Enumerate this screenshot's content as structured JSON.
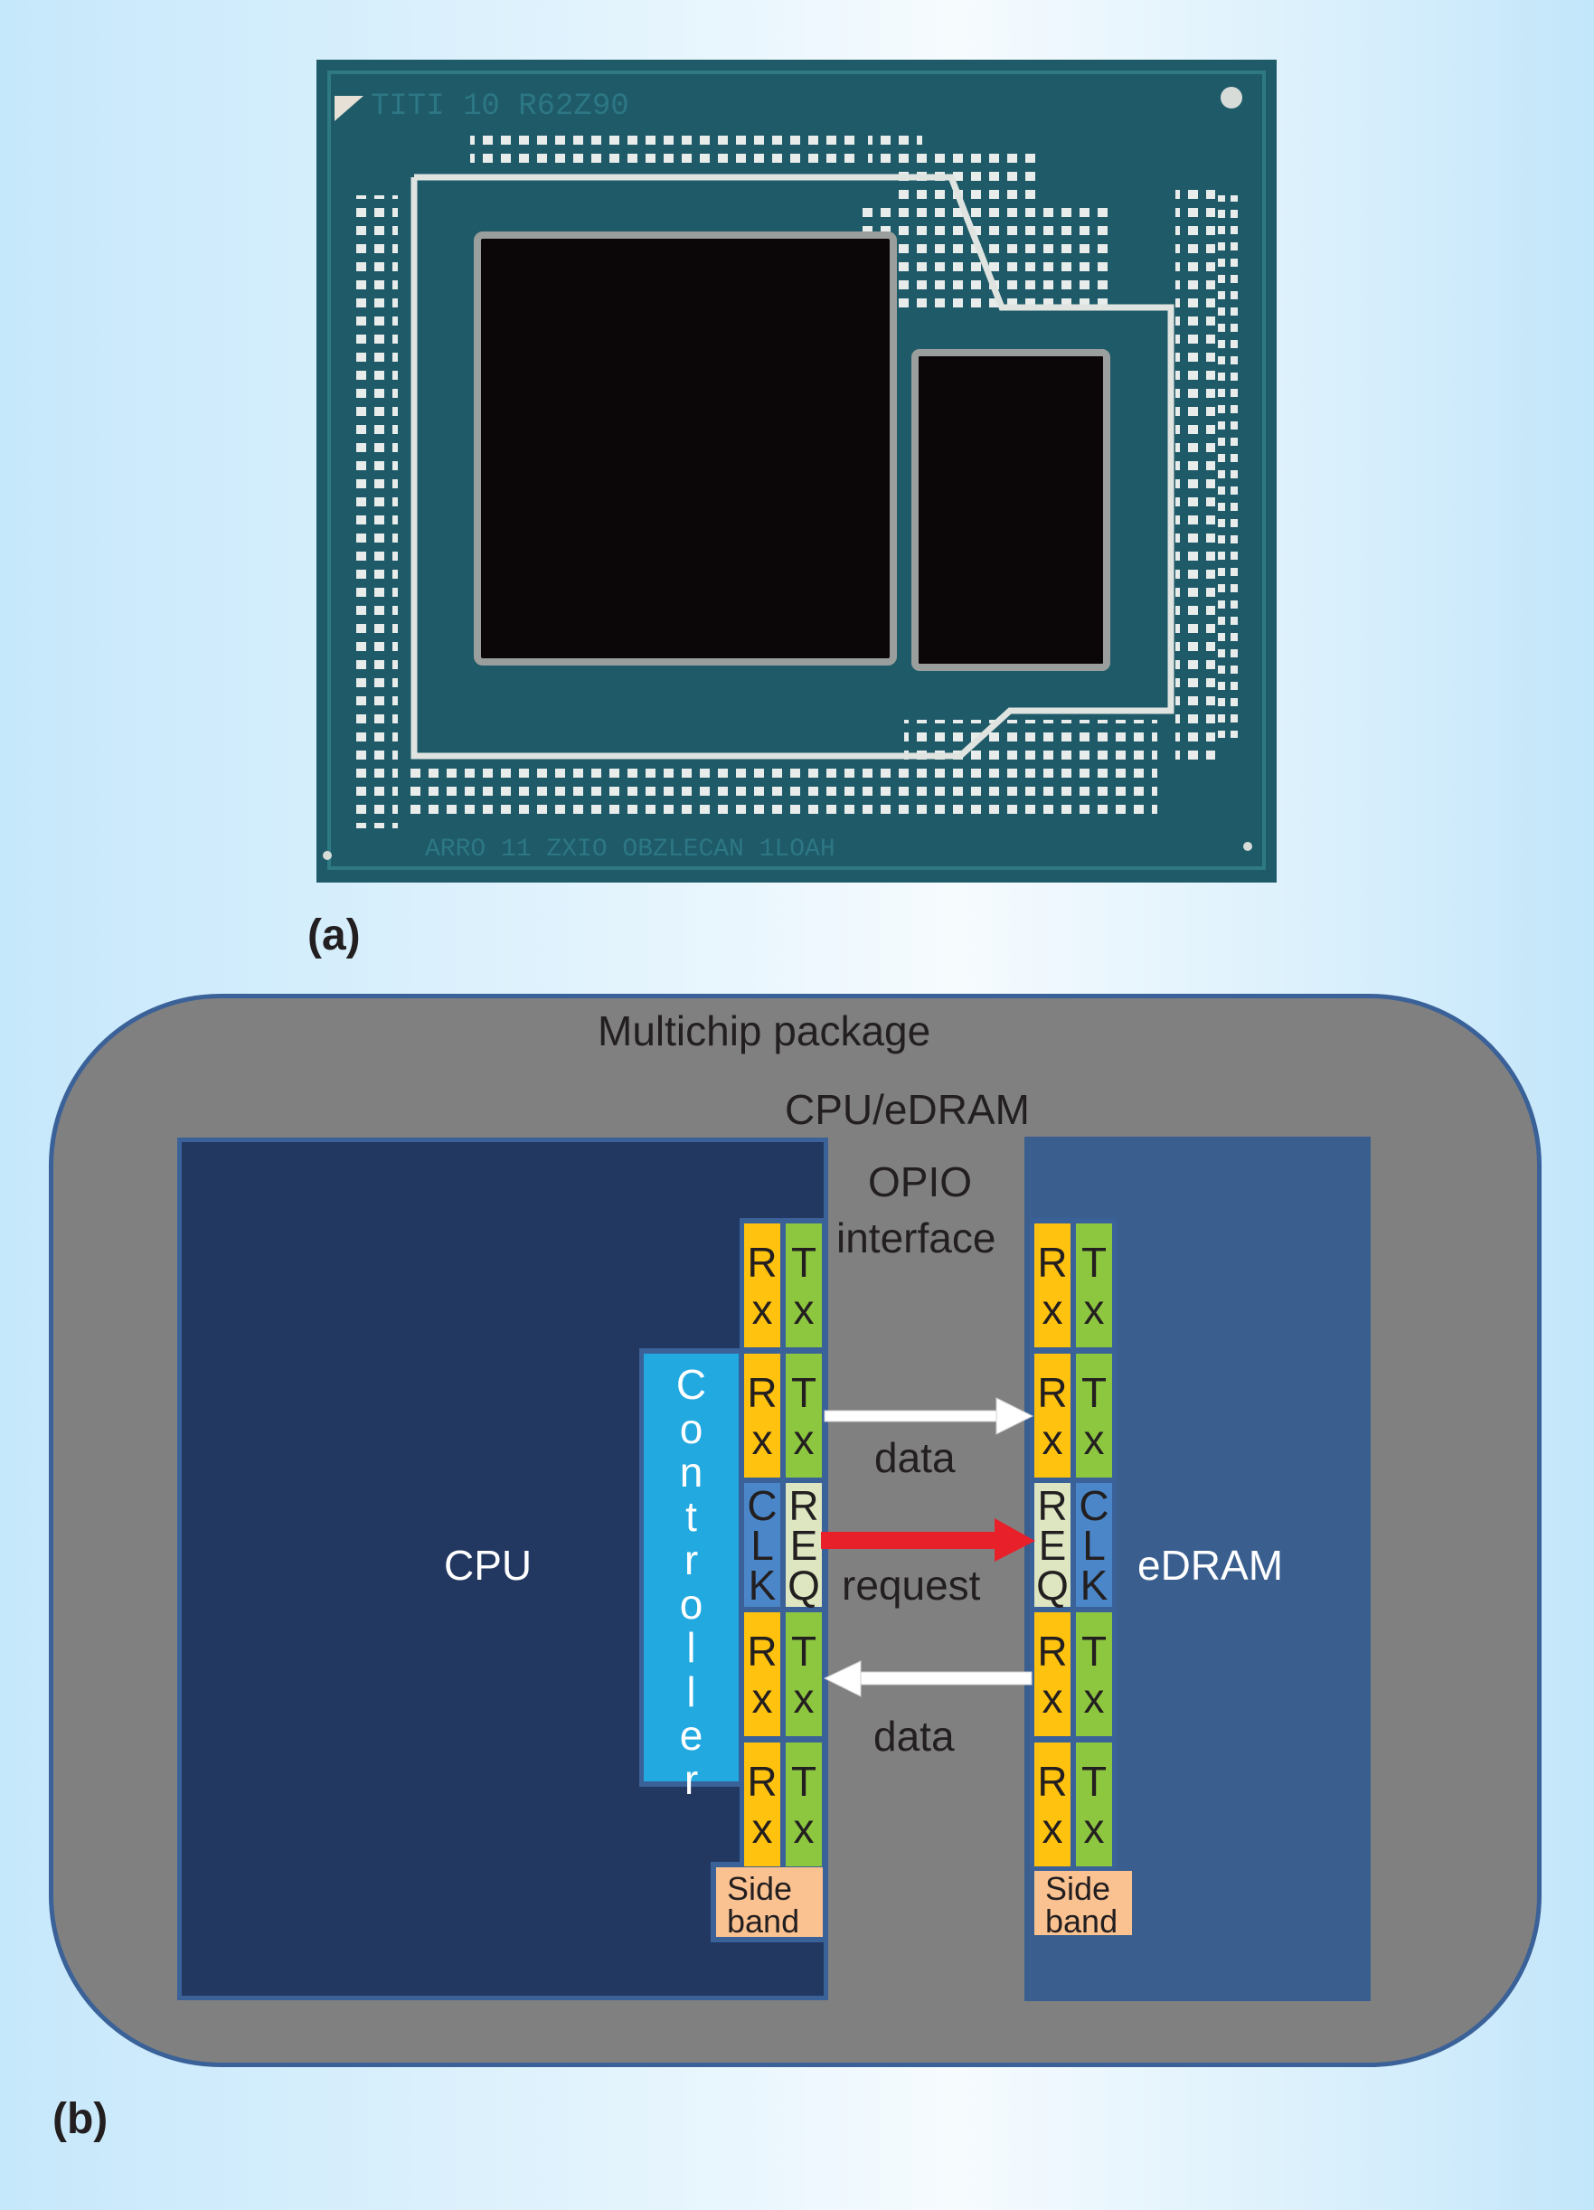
{
  "panel_a": {
    "label": "(a)",
    "photo": {
      "subject": "Multichip package photo: large CPU die and small eDRAM die on teal substrate",
      "substrate_color": "#1f5a68",
      "die_color": "#0a0608",
      "marking_top": "TITI 10 R62Z90",
      "marking_bottom": "ARRO 11 ZXIO OBZLECAN 1LOAH"
    }
  },
  "panel_b": {
    "label": "(b)",
    "package_title": "Multichip package",
    "interface_title_line1": "CPU/eDRAM",
    "interface_title_line2": "OPIO",
    "interface_title_line3": "interface",
    "cpu_label": "CPU",
    "edram_label": "eDRAM",
    "controller_letters": [
      "C",
      "o",
      "n",
      "t",
      "r",
      "o",
      "l",
      "l",
      "e",
      "r"
    ],
    "cpu_side_cells": [
      {
        "left": {
          "type": "rx",
          "letters": [
            "R",
            "x"
          ]
        },
        "right": {
          "type": "tx",
          "letters": [
            "T",
            "x"
          ]
        }
      },
      {
        "left": {
          "type": "rx",
          "letters": [
            "R",
            "x"
          ]
        },
        "right": {
          "type": "tx",
          "letters": [
            "T",
            "x"
          ]
        }
      },
      {
        "left": {
          "type": "clk",
          "letters": [
            "C",
            "L",
            "K"
          ]
        },
        "right": {
          "type": "req",
          "letters": [
            "R",
            "E",
            "Q"
          ]
        }
      },
      {
        "left": {
          "type": "rx",
          "letters": [
            "R",
            "x"
          ]
        },
        "right": {
          "type": "tx",
          "letters": [
            "T",
            "x"
          ]
        }
      },
      {
        "left": {
          "type": "rx",
          "letters": [
            "R",
            "x"
          ]
        },
        "right": {
          "type": "tx",
          "letters": [
            "T",
            "x"
          ]
        }
      }
    ],
    "edram_side_cells": [
      {
        "left": {
          "type": "rx",
          "letters": [
            "R",
            "x"
          ]
        },
        "right": {
          "type": "tx",
          "letters": [
            "T",
            "x"
          ]
        }
      },
      {
        "left": {
          "type": "rx",
          "letters": [
            "R",
            "x"
          ]
        },
        "right": {
          "type": "tx",
          "letters": [
            "T",
            "x"
          ]
        }
      },
      {
        "left": {
          "type": "req",
          "letters": [
            "R",
            "E",
            "Q"
          ]
        },
        "right": {
          "type": "clk",
          "letters": [
            "C",
            "L",
            "K"
          ]
        }
      },
      {
        "left": {
          "type": "rx",
          "letters": [
            "R",
            "x"
          ]
        },
        "right": {
          "type": "tx",
          "letters": [
            "T",
            "x"
          ]
        }
      },
      {
        "left": {
          "type": "rx",
          "letters": [
            "R",
            "x"
          ]
        },
        "right": {
          "type": "tx",
          "letters": [
            "T",
            "x"
          ]
        }
      }
    ],
    "sideband_line1": "Side",
    "sideband_line2": "band",
    "arrows": [
      {
        "label": "data",
        "direction": "cpu-to-edram",
        "color": "#ffffff"
      },
      {
        "label": "request",
        "direction": "cpu-to-edram",
        "color": "#e8202a"
      },
      {
        "label": "data",
        "direction": "edram-to-cpu",
        "color": "#ffffff"
      }
    ],
    "colors": {
      "package": "#808080",
      "outline": "#3a6198",
      "cpu": "#223861",
      "edram": "#3a5f8f",
      "controller": "#22a9e0",
      "rx": "#ffc20e",
      "tx": "#8dc63f",
      "clk": "#4a86c8",
      "req": "#dde6c0",
      "sideband": "#fbc291"
    }
  }
}
